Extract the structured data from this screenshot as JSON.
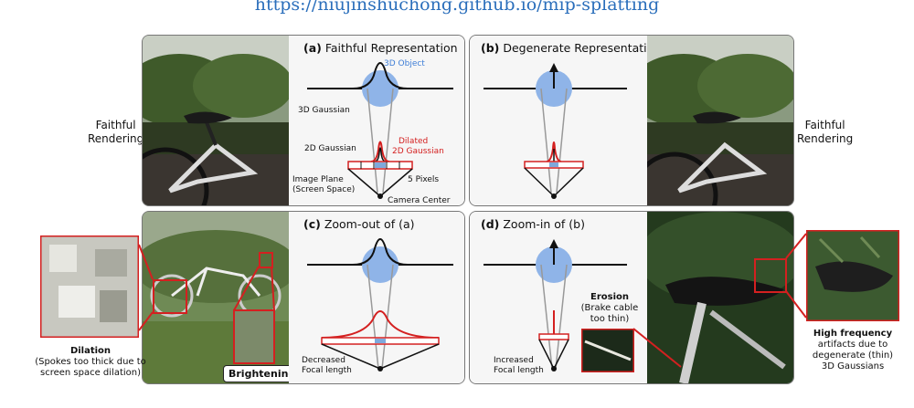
{
  "url": "https://niujinshuchong.github.io/mip-splatting",
  "left_label": [
    "Faithful",
    "Rendering"
  ],
  "right_label": [
    "Faithful",
    "Rendering"
  ],
  "panel_a": {
    "tag": "(a)",
    "title": "Faithful Representation"
  },
  "panel_b": {
    "tag": "(b)",
    "title": "Degenerate Representation"
  },
  "panel_c": {
    "tag": "(c)",
    "title": "Zoom-out of (a)"
  },
  "panel_d": {
    "tag": "(d)",
    "title": "Zoom-in of (b)"
  },
  "labels": {
    "object3d": "3D Object",
    "gaussian3d": "3D Gaussian",
    "gaussian2d": "2D Gaussian",
    "dilated1": "Dilated",
    "dilated2": "2D Gaussian",
    "imageplane1": "Image Plane",
    "imageplane2": "(Screen Space)",
    "pixels": "5 Pixels",
    "camera": "Camera Center",
    "decreased1": "Decreased",
    "decreased2": "Focal length",
    "increased1": "Increased",
    "increased2": "Focal length"
  },
  "dilation": {
    "title": "Dilation",
    "line1": "(Spokes too thick due to",
    "line2": "screen space dilation)"
  },
  "brightening": "Brightening",
  "erosion": {
    "title": "Erosion",
    "line1": "(Brake cable",
    "line2": "too thin)"
  },
  "highfreq": {
    "title": "High frequency",
    "line1": "artifacts due to",
    "line2": "degenerate (thin)",
    "line3": "3D Gaussians"
  },
  "colors": {
    "accent_red": "#d42020",
    "blob_blue": "#8fb4e8",
    "label_blue": "#3f7ed6",
    "pixel_blue": "#7ea9dc"
  }
}
